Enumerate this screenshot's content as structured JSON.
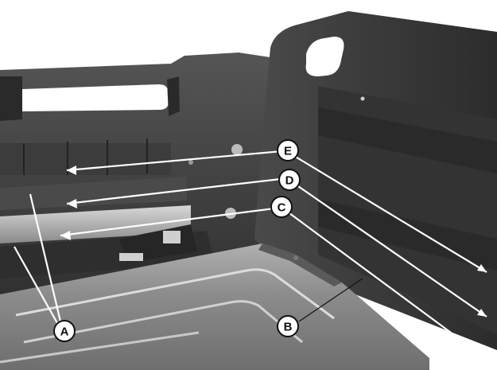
{
  "callouts": {
    "a": "A",
    "b": "B",
    "c": "C",
    "d": "D",
    "e": "E"
  },
  "colors": {
    "background": "#ffffff",
    "panel_dark": "#3a3a3a",
    "panel_mid": "#5c5c5c",
    "floor_light": "#9a9a9a",
    "arrow": "#ffffff",
    "callout_stroke": "#111111"
  }
}
